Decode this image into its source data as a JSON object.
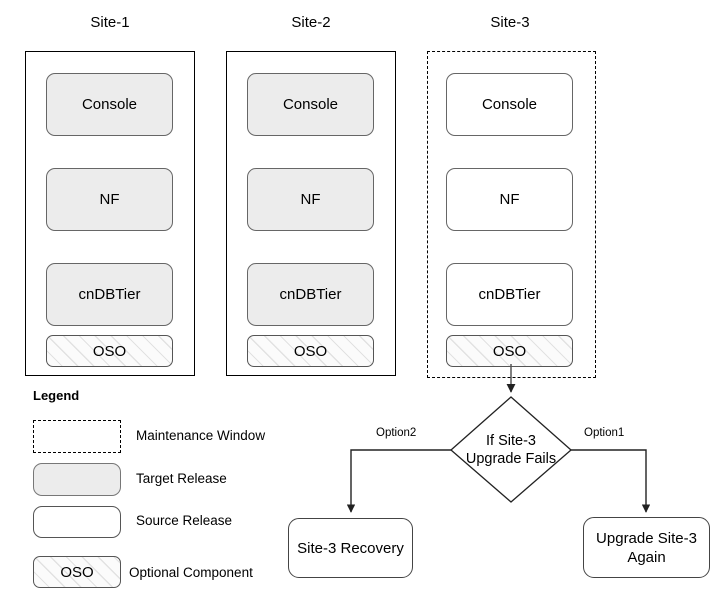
{
  "sites": [
    {
      "title": "Site-1",
      "style": "solid",
      "components": [
        {
          "label": "Console",
          "kind": "target"
        },
        {
          "label": "NF",
          "kind": "target"
        },
        {
          "label": "cnDBTier",
          "kind": "target"
        },
        {
          "label": "OSO",
          "kind": "oso"
        }
      ]
    },
    {
      "title": "Site-2",
      "style": "solid",
      "components": [
        {
          "label": "Console",
          "kind": "target"
        },
        {
          "label": "NF",
          "kind": "target"
        },
        {
          "label": "cnDBTier",
          "kind": "target"
        },
        {
          "label": "OSO",
          "kind": "oso"
        }
      ]
    },
    {
      "title": "Site-3",
      "style": "dashed",
      "components": [
        {
          "label": "Console",
          "kind": "source"
        },
        {
          "label": "NF",
          "kind": "source"
        },
        {
          "label": "cnDBTier",
          "kind": "source"
        },
        {
          "label": "OSO",
          "kind": "oso"
        }
      ]
    }
  ],
  "legend": {
    "title": "Legend",
    "items": [
      {
        "swatch": "dashed-rect",
        "label": "Maintenance Window",
        "swatch_text": ""
      },
      {
        "swatch": "gray-rect",
        "label": "Target Release",
        "swatch_text": ""
      },
      {
        "swatch": "white-rect",
        "label": "Source Release",
        "swatch_text": ""
      },
      {
        "swatch": "hatched-rect",
        "label": "Optional Component",
        "swatch_text": "OSO"
      }
    ]
  },
  "flow": {
    "decision": "If Site-3\nUpgrade Fails",
    "decision_line1": "If Site-3",
    "decision_line2": "Upgrade Fails",
    "edges": [
      {
        "label": "Option2",
        "side": "left"
      },
      {
        "label": "Option1",
        "side": "right"
      }
    ],
    "nodes": [
      {
        "label": "Site-3 Recovery",
        "line1": "Site-3 Recovery",
        "line2": ""
      },
      {
        "label": "Upgrade Site-3 Again",
        "line1": "Upgrade Site-3",
        "line2": "Again"
      }
    ]
  },
  "colors": {
    "target_fill": "#ececec",
    "source_fill": "#ffffff",
    "stroke": "#000000",
    "component_stroke": "#666666",
    "background": "#ffffff"
  }
}
